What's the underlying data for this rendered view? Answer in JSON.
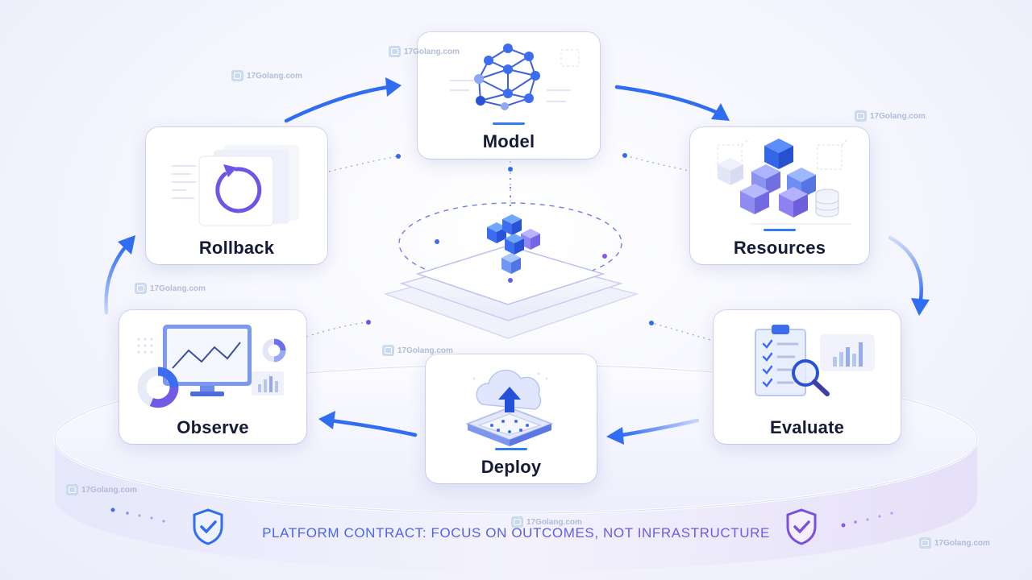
{
  "nodes": {
    "model": "Model",
    "resources": "Resources",
    "evaluate": "Evaluate",
    "deploy": "Deploy",
    "observe": "Observe",
    "rollback": "Rollback"
  },
  "footer": "PLATFORM CONTRACT: FOCUS ON OUTCOMES, NOT INFRASTRUCTURE",
  "watermark": "17Golang.com",
  "colors": {
    "accent_blue": "#2f7cf6",
    "accent_purple": "#8a55e8",
    "label_dark": "#141b35"
  },
  "icons": {
    "model": "neural-network-icon",
    "resources": "stacked-cubes-icon",
    "evaluate": "clipboard-magnifier-icon",
    "deploy": "cloud-upload-icon",
    "observe": "monitor-chart-icon",
    "rollback": "undo-circle-icon",
    "center": "platform-cubes-icon",
    "shields": "shield-check-icon"
  }
}
